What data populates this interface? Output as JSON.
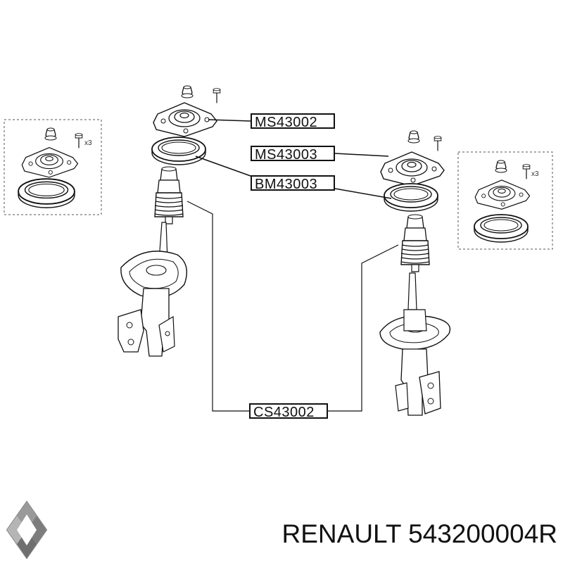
{
  "labels": {
    "ms43002": "MS43002",
    "ms43003": "MS43003",
    "bm43003": "BM43003",
    "cs43002": "CS43002"
  },
  "quantity_marks": {
    "left_detail": "x3",
    "right_detail": "x3"
  },
  "brand": {
    "text": "RENAULT 543200004R",
    "logo": "renault-diamond-logo"
  },
  "colors": {
    "line": "#111111",
    "dash": "#555555",
    "background": "#ffffff",
    "logo_gray": "#8a8a8a"
  }
}
